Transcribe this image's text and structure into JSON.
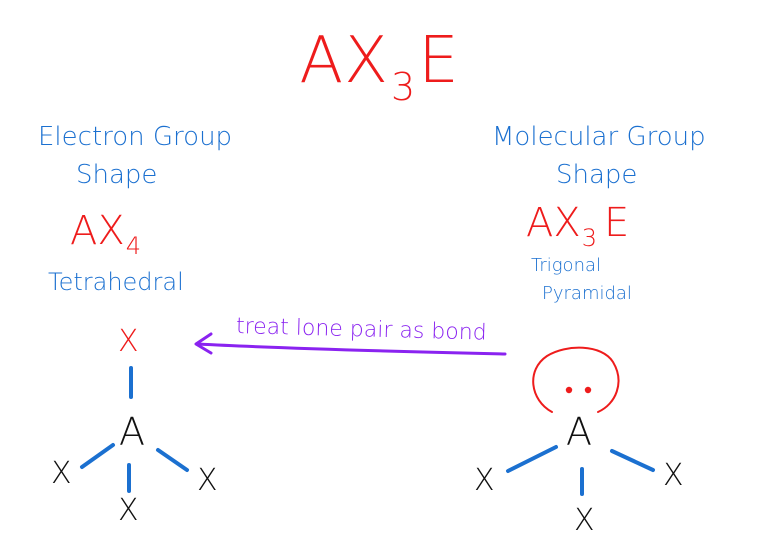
{
  "colors": {
    "red": "#ee1c1c",
    "blue": "#1b70d0",
    "purple": "#8a23f0",
    "black": "#111111"
  },
  "title": {
    "prefix": "AX",
    "subscript": "3",
    "suffix": "E"
  },
  "left_panel": {
    "heading_line1": "Electron Group",
    "heading_line2": "Shape",
    "formula_prefix": "AX",
    "formula_subscript": "4",
    "shape_name": "Tetrahedral",
    "structure": {
      "center": "A",
      "top": "X",
      "left": "X",
      "right": "X",
      "bottom": "X"
    }
  },
  "right_panel": {
    "heading_line1": "Molecular Group",
    "heading_line2": "Shape",
    "formula_prefix": "AX",
    "formula_subscript": "3",
    "formula_suffix": "E",
    "shape_line1": "Trigonal",
    "shape_line2": "Pyramidal",
    "structure": {
      "center": "A",
      "left": "X",
      "right": "X",
      "bottom": "X"
    }
  },
  "arrow_label": "treat lone pair as bond"
}
